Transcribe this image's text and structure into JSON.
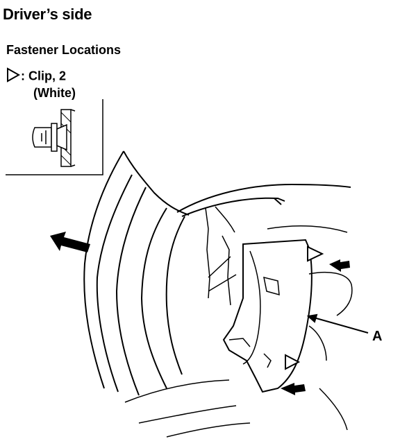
{
  "title": "Driver’s side",
  "subtitle": "Fastener Locations",
  "legend": {
    "symbol_icon": "hollow-triangle-icon",
    "line1": ": Clip, 2",
    "line2": "(White)"
  },
  "callout_label": "A"
}
